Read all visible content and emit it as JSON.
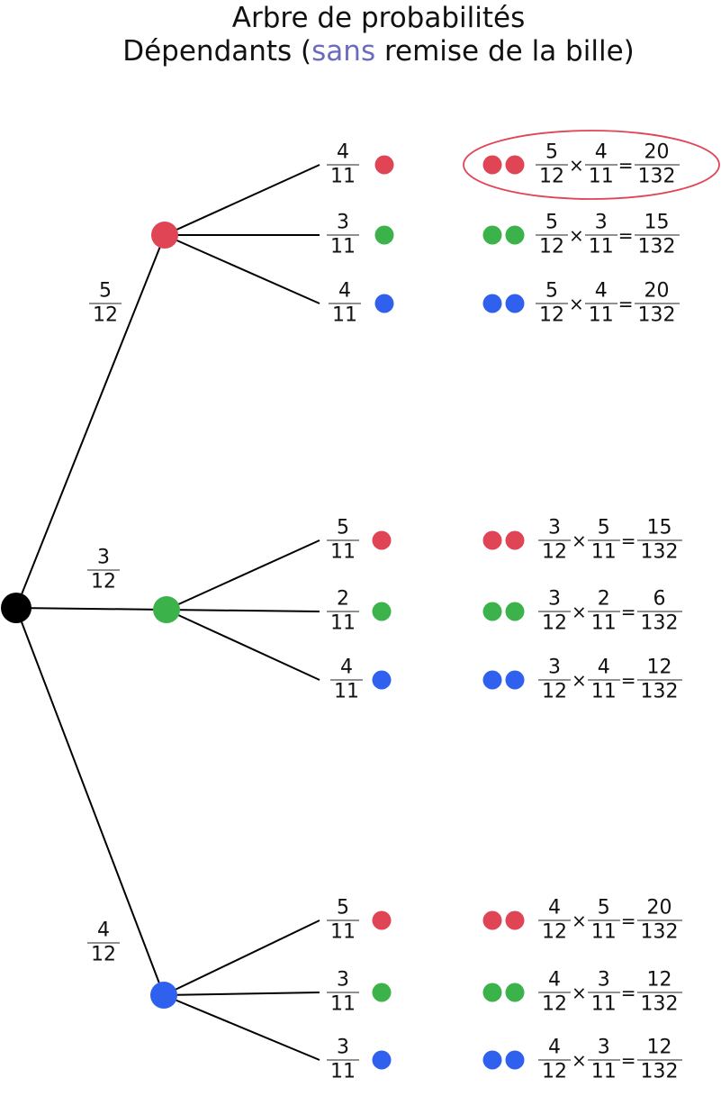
{
  "title": {
    "line1": "Arbre de probabilités",
    "line2_pre": "Dépendants (",
    "line2_accent": "sans",
    "line2_post": " remise de la bille)"
  },
  "colors": {
    "red": "#e04555",
    "green": "#3bb34a",
    "blue": "#3060ee",
    "root": "#000000",
    "accent": "#6b6bbf",
    "highlight": "#e04555"
  },
  "operators": {
    "times": "×",
    "equals": "="
  },
  "branches": [
    {
      "color": "red",
      "prob": {
        "num": "5",
        "den": "12"
      },
      "leaves": [
        {
          "color": "red",
          "prob": {
            "num": "4",
            "den": "11"
          },
          "result": {
            "pair": [
              "red",
              "red"
            ],
            "a": {
              "num": "5",
              "den": "12"
            },
            "b": {
              "num": "4",
              "den": "11"
            },
            "r": {
              "num": "20",
              "den": "132"
            },
            "highlighted": true
          }
        },
        {
          "color": "green",
          "prob": {
            "num": "3",
            "den": "11"
          },
          "result": {
            "pair": [
              "green",
              "green"
            ],
            "a": {
              "num": "5",
              "den": "12"
            },
            "b": {
              "num": "3",
              "den": "11"
            },
            "r": {
              "num": "15",
              "den": "132"
            }
          }
        },
        {
          "color": "blue",
          "prob": {
            "num": "4",
            "den": "11"
          },
          "result": {
            "pair": [
              "blue",
              "blue"
            ],
            "a": {
              "num": "5",
              "den": "12"
            },
            "b": {
              "num": "4",
              "den": "11"
            },
            "r": {
              "num": "20",
              "den": "132"
            }
          }
        }
      ]
    },
    {
      "color": "green",
      "prob": {
        "num": "3",
        "den": "12"
      },
      "leaves": [
        {
          "color": "red",
          "prob": {
            "num": "5",
            "den": "11"
          },
          "result": {
            "pair": [
              "red",
              "red"
            ],
            "a": {
              "num": "3",
              "den": "12"
            },
            "b": {
              "num": "5",
              "den": "11"
            },
            "r": {
              "num": "15",
              "den": "132"
            }
          }
        },
        {
          "color": "green",
          "prob": {
            "num": "2",
            "den": "11"
          },
          "result": {
            "pair": [
              "green",
              "green"
            ],
            "a": {
              "num": "3",
              "den": "12"
            },
            "b": {
              "num": "2",
              "den": "11"
            },
            "r": {
              "num": "6",
              "den": "132"
            }
          }
        },
        {
          "color": "blue",
          "prob": {
            "num": "4",
            "den": "11"
          },
          "result": {
            "pair": [
              "blue",
              "blue"
            ],
            "a": {
              "num": "3",
              "den": "12"
            },
            "b": {
              "num": "4",
              "den": "11"
            },
            "r": {
              "num": "12",
              "den": "132"
            }
          }
        }
      ]
    },
    {
      "color": "blue",
      "prob": {
        "num": "4",
        "den": "12"
      },
      "leaves": [
        {
          "color": "red",
          "prob": {
            "num": "5",
            "den": "11"
          },
          "result": {
            "pair": [
              "red",
              "red"
            ],
            "a": {
              "num": "4",
              "den": "12"
            },
            "b": {
              "num": "5",
              "den": "11"
            },
            "r": {
              "num": "20",
              "den": "132"
            }
          }
        },
        {
          "color": "green",
          "prob": {
            "num": "3",
            "den": "11"
          },
          "result": {
            "pair": [
              "green",
              "green"
            ],
            "a": {
              "num": "4",
              "den": "12"
            },
            "b": {
              "num": "3",
              "den": "11"
            },
            "r": {
              "num": "12",
              "den": "132"
            }
          }
        },
        {
          "color": "blue",
          "prob": {
            "num": "3",
            "den": "11"
          },
          "result": {
            "pair": [
              "blue",
              "blue"
            ],
            "a": {
              "num": "4",
              "den": "12"
            },
            "b": {
              "num": "3",
              "den": "11"
            },
            "r": {
              "num": "12",
              "den": "132"
            }
          }
        }
      ]
    }
  ]
}
